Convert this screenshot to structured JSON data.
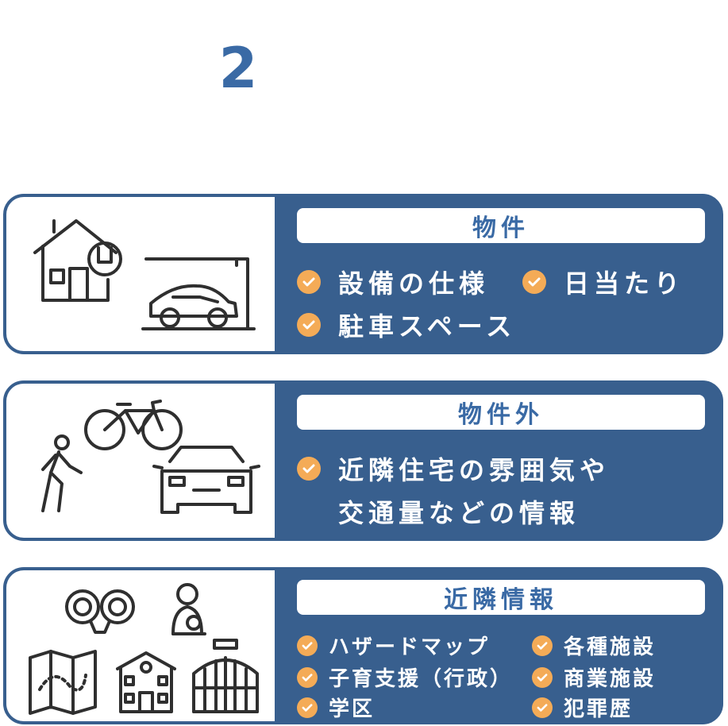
{
  "header": {
    "number": "2"
  },
  "colors": {
    "navy": "#385f8e",
    "title_blue": "#3a6aa5",
    "check_orange": "#f4ab57",
    "white": "#ffffff"
  },
  "cards": [
    {
      "title": "物件",
      "items": [
        "設備の仕様",
        "日当たり",
        "駐車スペース"
      ],
      "icons": [
        "house-wrench-icon",
        "carport-car-icon"
      ]
    },
    {
      "title": "物件外",
      "items": [
        "近隣住宅の雰囲気や",
        "交通量などの情報"
      ],
      "icons": [
        "walking-person-icon",
        "bicycle-icon",
        "car-front-icon"
      ]
    },
    {
      "title": "近隣情報",
      "items": [
        "ハザードマップ",
        "各種施設",
        "子育支援（行政）",
        "商業施設",
        "学区",
        "犯罪歴"
      ],
      "icons": [
        "handcuffs-icon",
        "mother-baby-icon",
        "map-route-icon",
        "school-icon",
        "shopping-mall-icon"
      ]
    }
  ]
}
